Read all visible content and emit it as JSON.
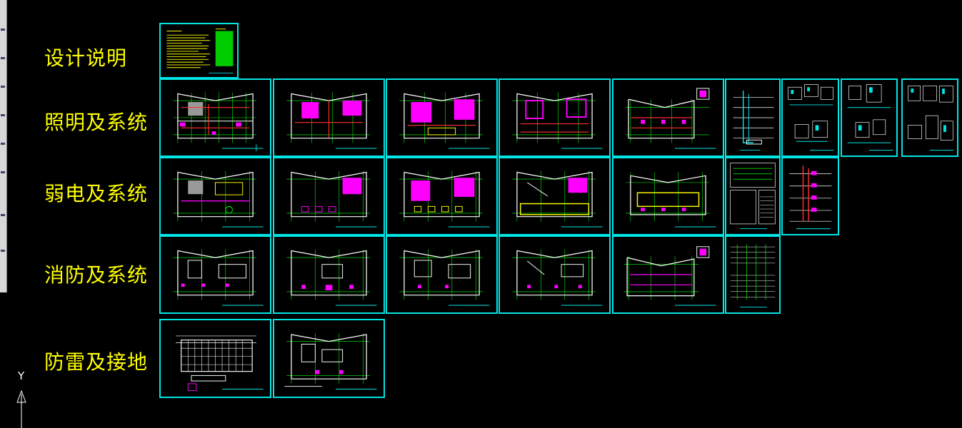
{
  "sections": [
    {
      "label": "设计说明"
    },
    {
      "label": "照明及系统"
    },
    {
      "label": "弱电及系统"
    },
    {
      "label": "消防及系统"
    },
    {
      "label": "防雷及接地"
    }
  ],
  "ucs": {
    "axis_label": "Y"
  },
  "colors": {
    "background": "#000000",
    "sheet_border": "#00e5e5",
    "label_text": "#ffff00",
    "wall": "#ffffff",
    "grid": "#00ff00",
    "furniture": "#ff00ff",
    "wiring": "#ff3030",
    "annotation": "#ffff00",
    "notes_green": "#00cc00"
  }
}
